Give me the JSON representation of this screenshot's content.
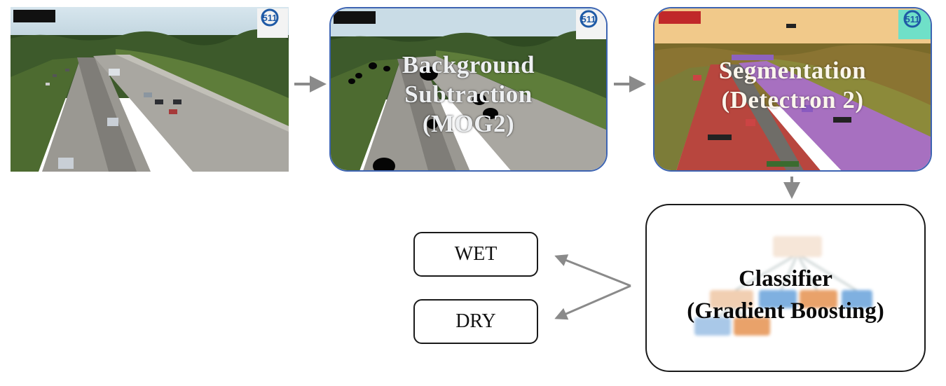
{
  "stages": {
    "raw_frame": {
      "overlay_title": "",
      "logo_text": "511"
    },
    "background_subtraction": {
      "label_line1": "Background",
      "label_line2": "Subtraction",
      "label_line3": "(MOG2)",
      "logo_text": "511"
    },
    "segmentation": {
      "label_line1": "Segmentation",
      "label_line2": "(Detectron 2)",
      "logo_text": "511"
    }
  },
  "classifier": {
    "title_line1": "Classifier",
    "title_line2": "(Gradient Boosting)"
  },
  "outputs": {
    "wet": "WET",
    "dry": "DRY"
  },
  "colors": {
    "frame_border": "#3d64b2",
    "arrow": "#8a8a8a",
    "seg_road_left": "#b8463e",
    "seg_road_right": "#a770c0",
    "seg_sky": "#f1c98a",
    "tree_orange": "#e9a26a",
    "tree_blue": "#7fb0e0"
  }
}
